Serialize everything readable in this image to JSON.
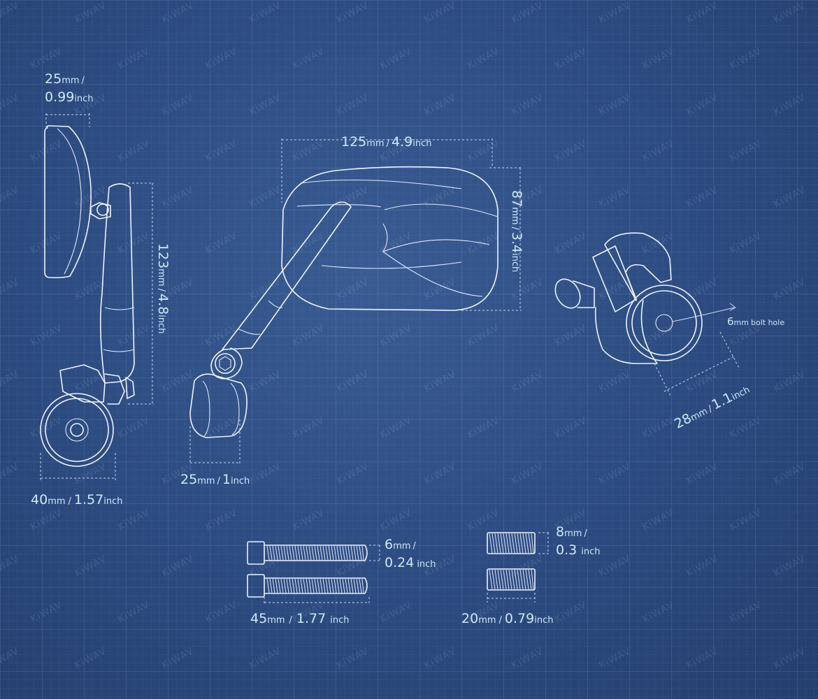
{
  "brand": {
    "watermark_text": "KiWAV"
  },
  "colors": {
    "background": "#2c4a7e",
    "line": "#eef3ff",
    "label": "#cfe8f7"
  },
  "side_view": {
    "top_width": {
      "value": "25",
      "unit": "mm",
      "sep": "/",
      "value2": "0.99",
      "unit2": "inch"
    },
    "height": {
      "value": "123",
      "unit": "mm",
      "sep": "/",
      "value2": "4.8",
      "unit2": "inch"
    },
    "clamp_width": {
      "value": "40",
      "unit": "mm",
      "sep": "/",
      "value2": "1.57",
      "unit2": "inch"
    }
  },
  "front_view": {
    "mirror_width": {
      "value": "125",
      "unit": "mm",
      "sep": "/",
      "value2": "4.9",
      "unit2": "inch"
    },
    "mirror_height": {
      "value": "87",
      "unit": "mm",
      "sep": "/",
      "value2": "3.4",
      "unit2": "inch"
    },
    "clamp_width": {
      "value": "25",
      "unit": "mm",
      "sep": "/",
      "value2": "1",
      "unit2": "inch"
    }
  },
  "clamp_view": {
    "bolt_hole": {
      "value": "6",
      "unit": "mm",
      "text": "bolt hole"
    },
    "diameter": {
      "value": "28",
      "unit": "mm",
      "sep": "/",
      "value2": "1.1",
      "unit2": "inch"
    }
  },
  "bolts": {
    "diameter": {
      "value": "6",
      "unit": "mm",
      "sep": "/",
      "value2": "0.24",
      "unit2": "inch"
    },
    "length": {
      "value": "45",
      "unit": "mm",
      "sep": "/",
      "value2": "1.77",
      "unit2": "inch"
    }
  },
  "set_screws": {
    "diameter": {
      "value": "8",
      "unit": "mm",
      "sep": "/",
      "value2": "0.3",
      "unit2": "inch"
    },
    "length": {
      "value": "20",
      "unit": "mm",
      "sep": "/",
      "value2": "0.79",
      "unit2": "inch"
    }
  }
}
